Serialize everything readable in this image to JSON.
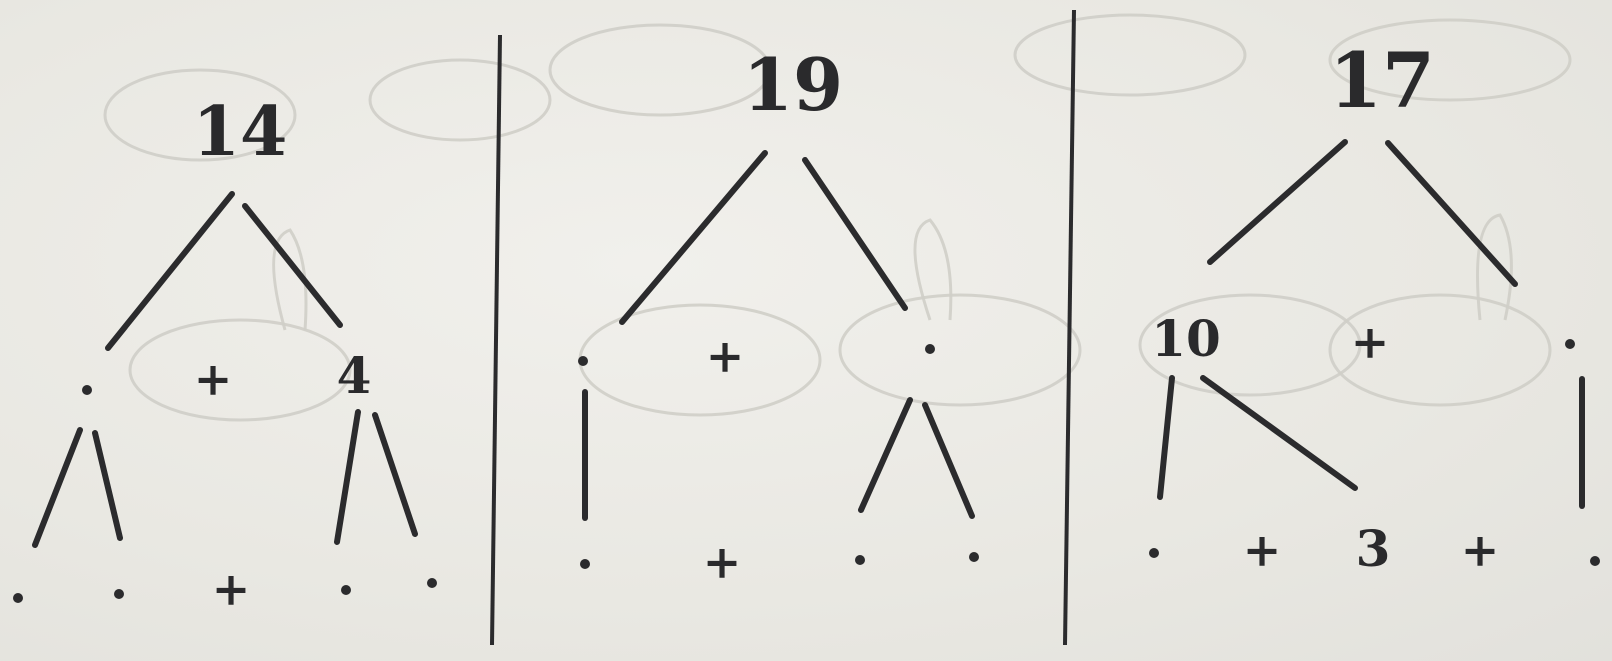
{
  "panels": [
    {
      "root": "14",
      "left_child_plus": "+",
      "right_child": "4",
      "bottom_plus": "+"
    },
    {
      "root": "19",
      "middle_plus": "+",
      "bottom_plus": "+"
    },
    {
      "root": "17",
      "left_child": "10",
      "middle_plus": "+",
      "bottom_three": "3",
      "bottom_plus_1": "+",
      "bottom_plus_2": "+"
    }
  ]
}
